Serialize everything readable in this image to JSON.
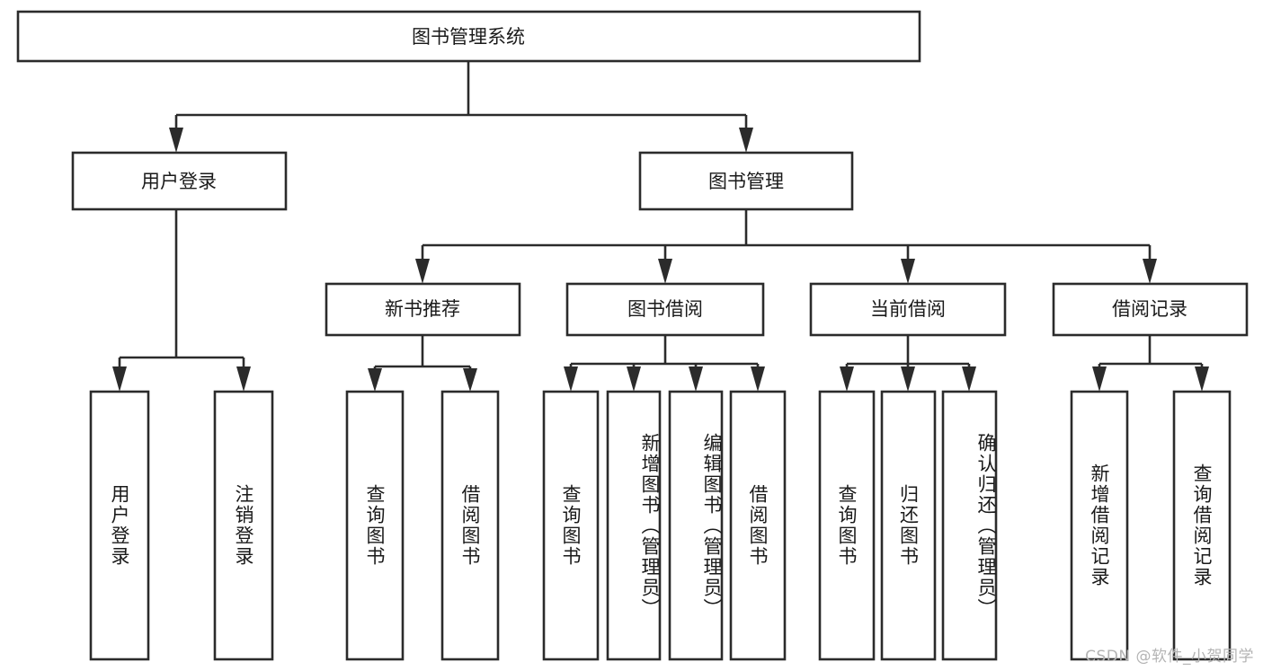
{
  "diagram": {
    "type": "tree",
    "title_node": {
      "label": "图书管理系统"
    },
    "level2": [
      {
        "label": "用户登录"
      },
      {
        "label": "图书管理"
      }
    ],
    "level3": [
      {
        "label": "新书推荐"
      },
      {
        "label": "图书借阅"
      },
      {
        "label": "当前借阅"
      },
      {
        "label": "借阅记录"
      }
    ],
    "leaves": [
      {
        "label": "用户登录"
      },
      {
        "label": "注销登录"
      },
      {
        "label": "查询图书"
      },
      {
        "label": "借阅图书"
      },
      {
        "label": "查询图书"
      },
      {
        "label": "新增图书（管理员）"
      },
      {
        "label": "编辑图书（管理员）"
      },
      {
        "label": "借阅图书"
      },
      {
        "label": "查询图书"
      },
      {
        "label": "归还图书"
      },
      {
        "label": "确认归还（管理员）"
      },
      {
        "label": "新增借阅记录"
      },
      {
        "label": "查询借阅记录"
      }
    ],
    "watermark": "CSDN @软件_小贺同学",
    "colors": {
      "stroke": "#2b2b2b",
      "fill": "#ffffff",
      "text": "#1a1a1a",
      "watermark": "#b4b4b4",
      "background": "#ffffff"
    }
  }
}
